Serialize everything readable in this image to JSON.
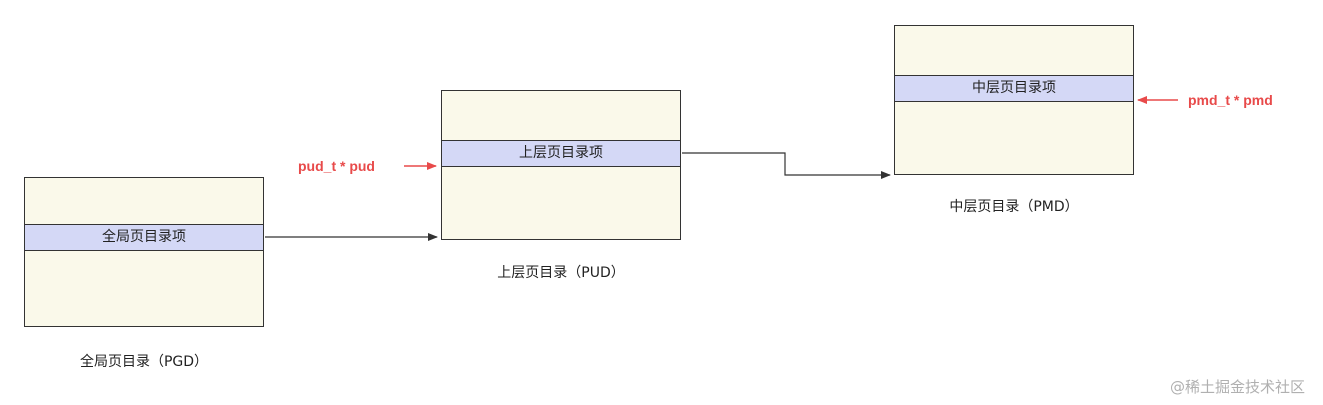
{
  "tables": {
    "pgd": {
      "entry_label": "全局页目录项",
      "caption": "全局页目录（PGD）"
    },
    "pud": {
      "entry_label": "上层页目录项",
      "caption": "上层页目录（PUD）"
    },
    "pmd": {
      "entry_label": "中层页目录项",
      "caption": "中层页目录（PMD）"
    }
  },
  "pointers": {
    "pud_pointer": "pud_t * pud",
    "pmd_pointer": "pmd_t * pmd"
  },
  "watermark": "@稀土掘金技术社区",
  "colors": {
    "table_fill": "#faf9ea",
    "entry_fill": "#d4d8f6",
    "border": "#333333",
    "pointer": "#e84a4a"
  }
}
